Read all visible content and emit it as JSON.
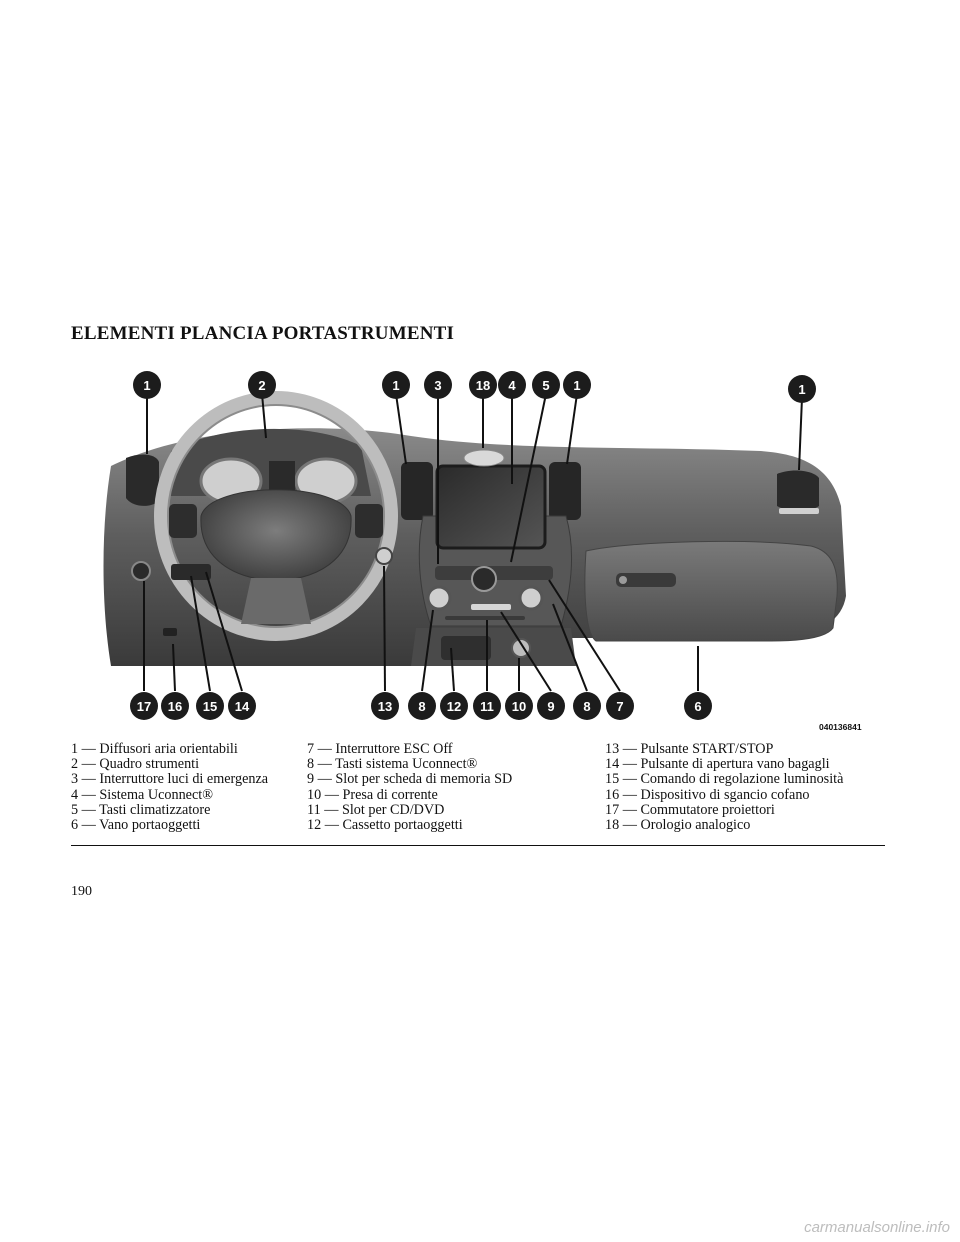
{
  "heading": "ELEMENTI PLANCIA PORTASTRUMENTI",
  "figure": {
    "code": "040136841",
    "callouts": [
      "1",
      "2",
      "1",
      "3",
      "18",
      "4",
      "5",
      "1",
      "1",
      "17",
      "16",
      "15",
      "14",
      "13",
      "8",
      "12",
      "11",
      "10",
      "9",
      "8",
      "7",
      "6"
    ],
    "colors": {
      "callout_fill": "#1c1c1c",
      "dash_dark": "#2a2a2a",
      "dash_mid": "#6f6f6f",
      "dash_light": "#bdbdbd"
    }
  },
  "legend": {
    "columns": [
      [
        "1 — Diffusori aria orientabili",
        "2 — Quadro strumenti",
        "3 — Interruttore luci di emergenza",
        "4 — Sistema Uconnect®",
        "5 — Tasti climatizzatore",
        "6 — Vano portaoggetti"
      ],
      [
        "7 — Interruttore ESC Off",
        "8 — Tasti sistema Uconnect®",
        "9 — Slot per scheda di memoria SD",
        "10 — Presa di corrente",
        "11 — Slot per CD/DVD",
        "12 — Cassetto portaoggetti"
      ],
      [
        "13 — Pulsante START/STOP",
        "14 — Pulsante di apertura vano bagagli",
        "15 — Comando di regolazione luminosità",
        "16 — Dispositivo di sgancio cofano",
        "17 — Commutatore proiettori",
        "18 — Orologio analogico"
      ]
    ]
  },
  "page_number": "190",
  "watermark": "carmanualsonline.info"
}
